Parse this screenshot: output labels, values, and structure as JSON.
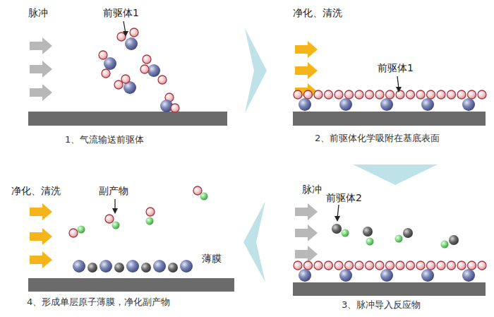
{
  "diagram": {
    "labels": [
      "脉冲",
      "前驱体1",
      "1、气流输送前驱体",
      "净化、清洗",
      "前驱体1",
      "2、前驱体化学吸附在基底表面",
      "净化、清洗",
      "副产物",
      "薄膜",
      "4、形成单层原子薄膜，净化副产物",
      "脉冲",
      "前驱体2",
      "3、脉冲导入反应物"
    ]
  }
}
